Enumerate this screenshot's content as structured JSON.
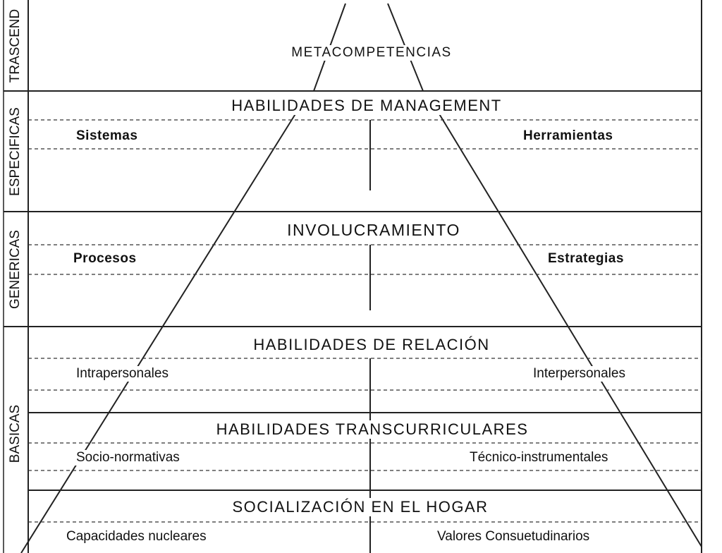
{
  "side_labels": [
    "TRASCEND",
    "ESPECIFICAS",
    "GENERICAS",
    "BASICAS"
  ],
  "levels": {
    "meta": {
      "title": "METACOMPETENCIAS"
    },
    "management": {
      "title": "HABILIDADES DE MANAGEMENT",
      "left": "Sistemas",
      "right": "Herramientas"
    },
    "involucramiento": {
      "title": "INVOLUCRAMIENTO",
      "left": "Procesos",
      "right": "Estrategias"
    },
    "relacion": {
      "title": "HABILIDADES DE RELACIÓN",
      "left": "Intrapersonales",
      "right": "Interpersonales"
    },
    "transcurriculares": {
      "title": "HABILIDADES TRANSCURRICULARES",
      "left": "Socio-normativas",
      "right": "Técnico-instrumentales"
    },
    "hogar": {
      "title": "SOCIALIZACIÓN EN EL HOGAR",
      "left": "Capacidades nucleares",
      "right": "Valores Consuetudinarios"
    }
  }
}
